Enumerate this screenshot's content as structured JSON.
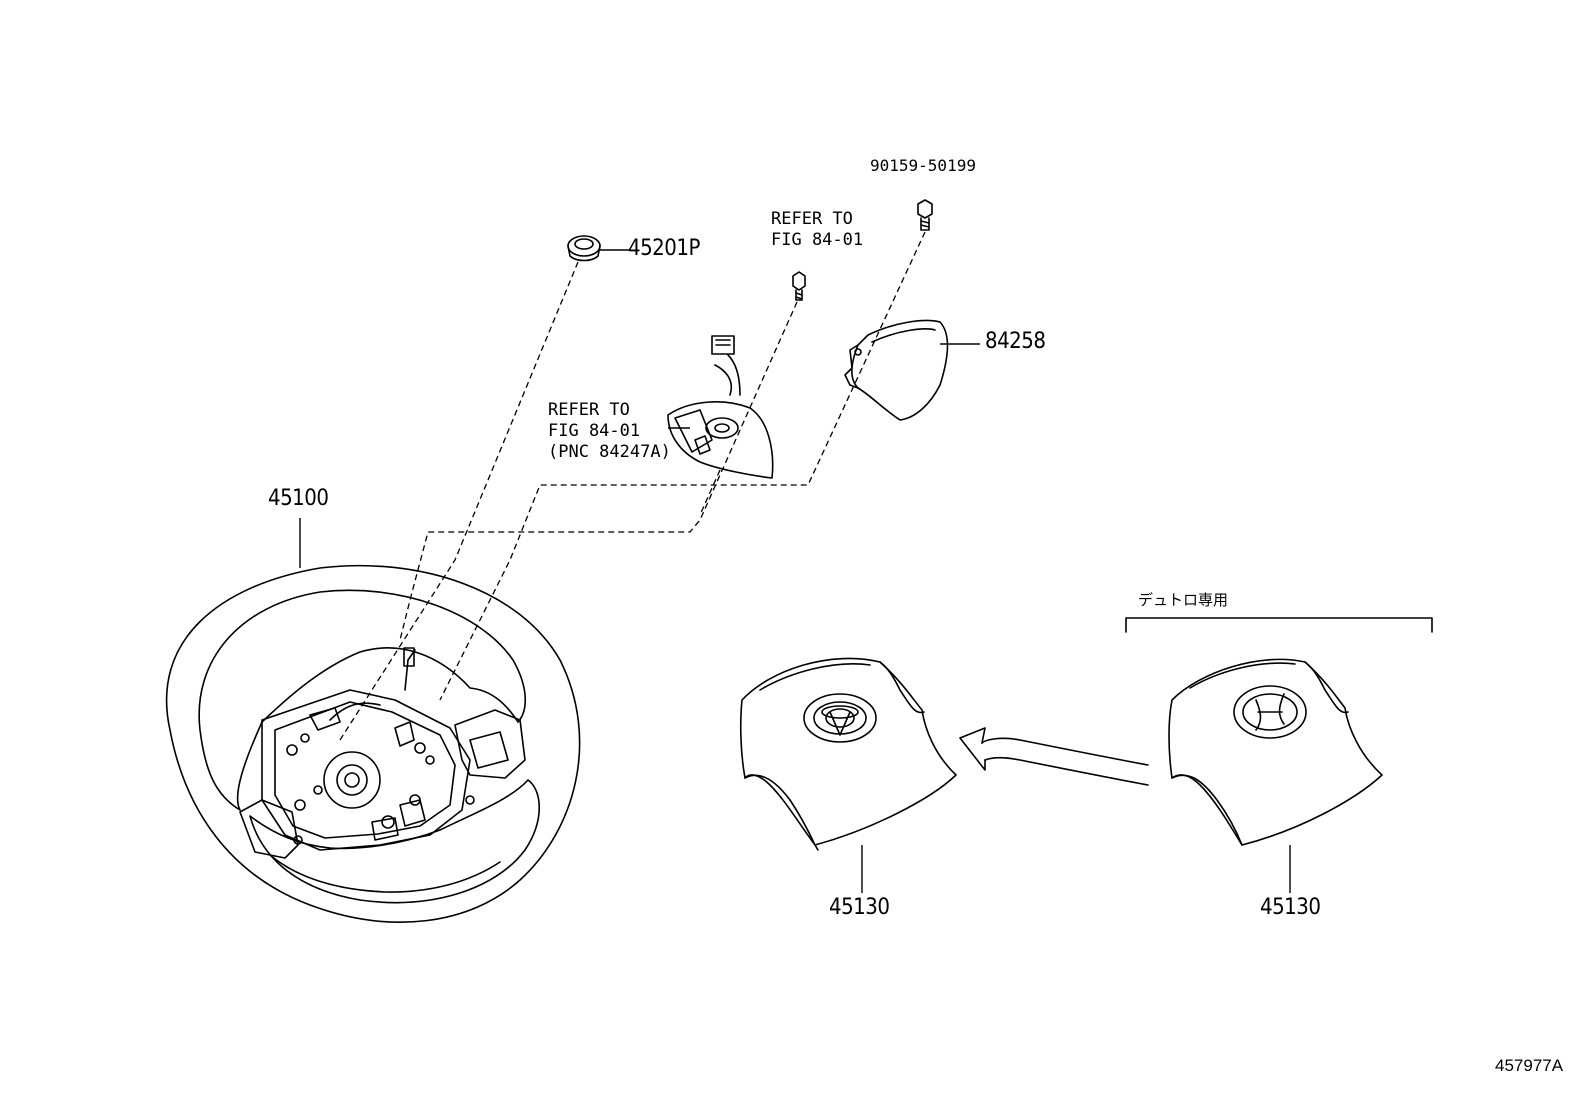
{
  "figure_id": "457977A",
  "parts": {
    "cap_45201p": "45201P",
    "bolt_90159": "90159-50199",
    "pad_84258": "84258",
    "wheel_45100": "45100",
    "airbag_left": "45130",
    "airbag_right": "45130"
  },
  "notes": {
    "refer_top": "REFER TO\nFIG 84-01",
    "refer_switch": "REFER TO\nFIG 84-01\n(PNC 84247A)",
    "variant_label": "デュトロ専用"
  }
}
